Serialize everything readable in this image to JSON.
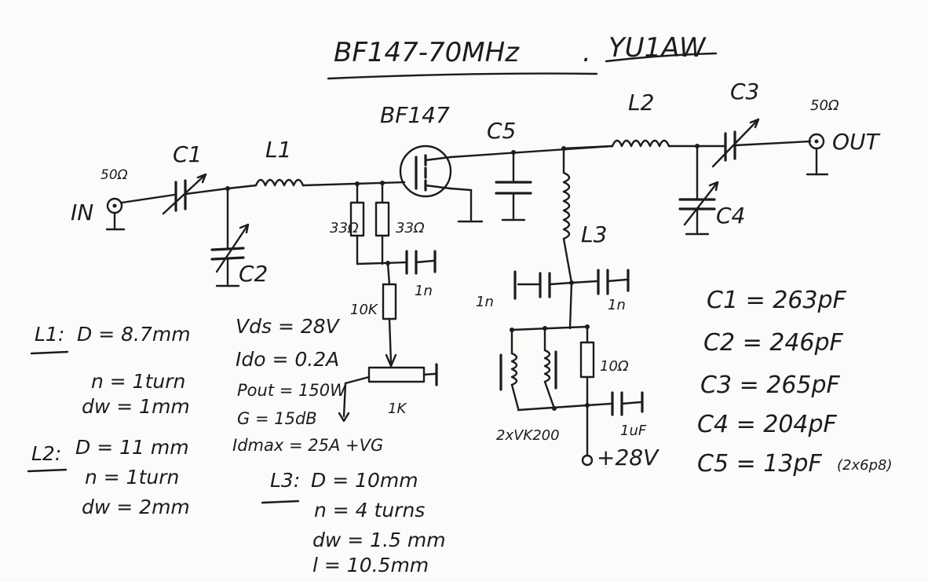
{
  "title": {
    "device": "BF147-70MHz",
    "sep": ".",
    "author": "YU1AW"
  },
  "labels": {
    "transistor": "BF147",
    "c1": "C1",
    "c2": "C2",
    "c3": "C3",
    "c4": "C4",
    "c5": "C5",
    "l1": "L1",
    "l2": "L2",
    "l3": "L3",
    "in": "IN",
    "out": "OUT",
    "in_imp": "50Ω",
    "out_imp": "50Ω",
    "r1": "33Ω",
    "r2": "33Ω",
    "cap_1n_a": "1n",
    "cap_1n_b": "1n",
    "cap_1n_c": "1n",
    "r_10k": "10K",
    "pot_1k": "1K",
    "r_10": "10Ω",
    "ferrite": "2xVK200",
    "cap_1uf": "1uF",
    "supply": "+28V"
  },
  "notes": {
    "l1": {
      "head": "L1:",
      "d": "D = 8.7mm",
      "n": "n = 1turn",
      "dw": "dw = 1mm"
    },
    "l2": {
      "head": "L2:",
      "d": "D = 11 mm",
      "n": "n = 1turn",
      "dw": "dw = 2mm"
    },
    "l3": {
      "head": "L3:",
      "d": "D = 10mm",
      "n": "n = 4 turns",
      "dw": "dw = 1.5 mm",
      "l": "l = 10.5mm"
    },
    "op": {
      "vds": "Vds = 28V",
      "ido": "Ido = 0.2A",
      "pout": "Pout = 150W",
      "gain": "G = 15dB",
      "idmax": "Idmax = 25A +VG"
    }
  },
  "capacitor_values": {
    "c1": "C1 = 263pF",
    "c2": "C2 = 246pF",
    "c3": "C3 = 265pF",
    "c4": "C4 = 204pF",
    "c5": "C5 = 13pF",
    "c5_note": "(2x6p8)"
  }
}
